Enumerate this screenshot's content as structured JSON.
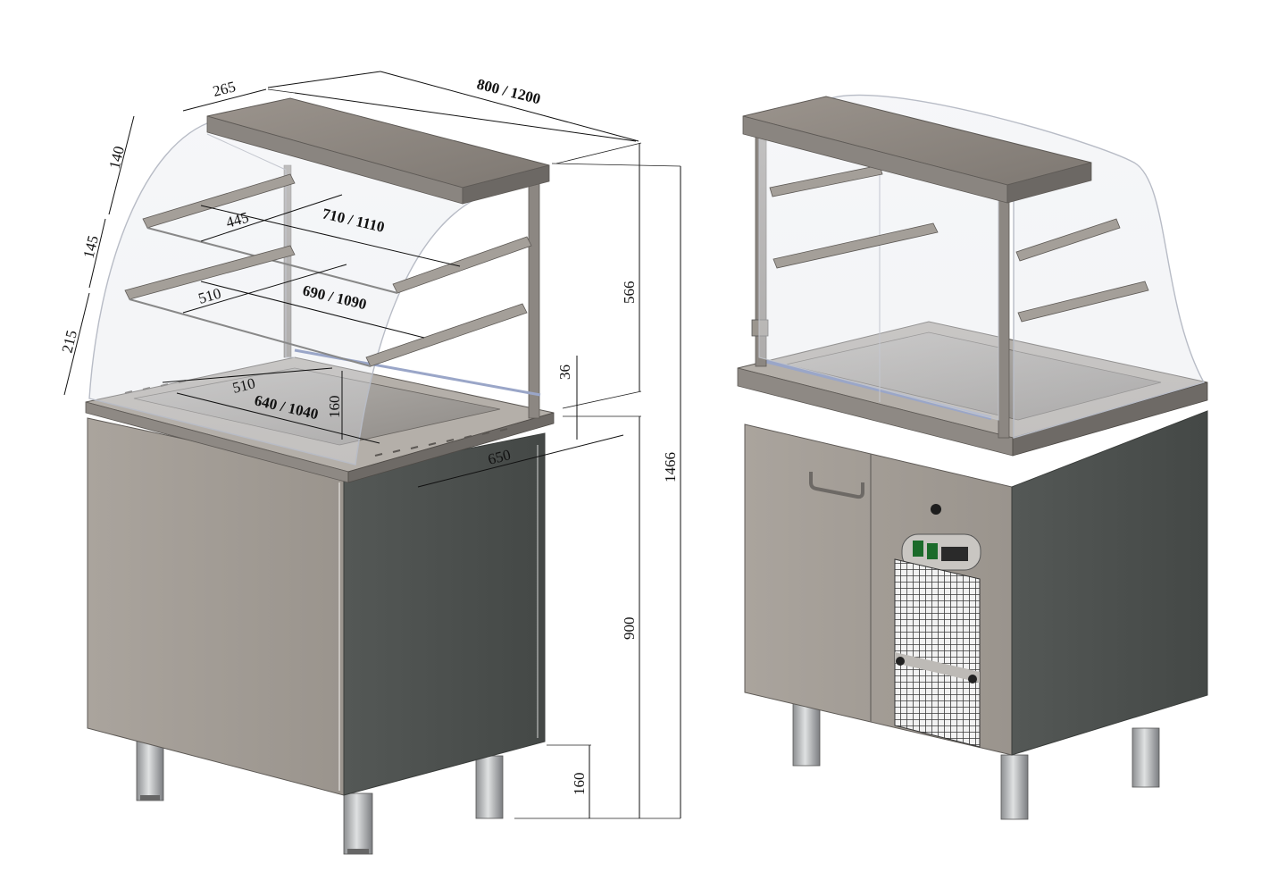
{
  "dimensions": {
    "top_depth": "265",
    "width_total": "800 / 1200",
    "shelf_gap_top": "140",
    "shelf_gap_mid": "145",
    "shelf_gap_low": "215",
    "shelf_depth_upper": "445",
    "shelf_width_upper": "710 / 1110",
    "shelf_depth_lower": "510",
    "shelf_width_lower": "690 / 1090",
    "well_depth": "510",
    "well_width": "640 / 1040",
    "well_height": "160",
    "superstructure_height": "566",
    "rim_height": "36",
    "total_depth": "650",
    "total_height": "1466",
    "counter_height": "900",
    "leg_height": "160"
  },
  "colors": {
    "steel_light": "#a9a49d",
    "steel_mid": "#8f8a84",
    "side_dark": "#4a4e4c",
    "glass_edge": "#b8bcc6"
  },
  "icons": {
    "control_panel": "switch-panel",
    "ventilation": "grille"
  }
}
